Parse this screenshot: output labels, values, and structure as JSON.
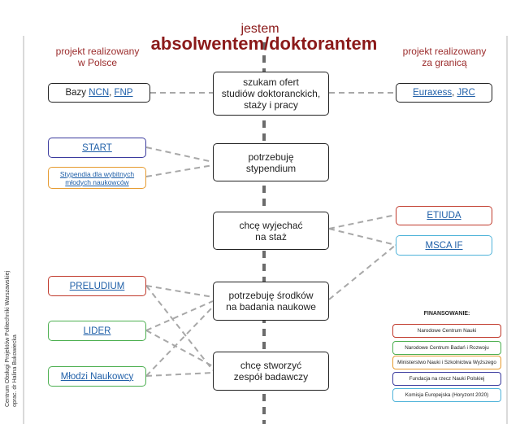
{
  "header": {
    "line1": "jestem",
    "line2": "absolwentem/doktorantem"
  },
  "columns": {
    "left": "projekt realizowany\nw Polsce",
    "right": "projekt realizowany\nza granicą"
  },
  "center_boxes": [
    {
      "id": "c1",
      "text": "szukam ofert\nstudiów doktoranckich,\nstaży i pracy"
    },
    {
      "id": "c2",
      "text": "potrzebuję\nstypendium"
    },
    {
      "id": "c3",
      "text": "chcę wyjechać\nna staż"
    },
    {
      "id": "c4",
      "text": "potrzebuję środków\nna badania naukowe"
    },
    {
      "id": "c5",
      "text": "chcę stworzyć\nzespół badawczy"
    }
  ],
  "left_boxes": {
    "bazy": {
      "prefix": "Bazy ",
      "link1": "NCN",
      "sep": ", ",
      "link2": "FNP"
    },
    "start": "START",
    "stypendia": "Stypendia dla wybitnych\nmłodych naukowców",
    "preludium": "PRELUDIUM",
    "lider": "LIDER",
    "mlodzi": "Młodzi Naukowcy"
  },
  "right_boxes": {
    "euraxess": {
      "link1": "Euraxess",
      "sep": ", ",
      "link2": "JRC"
    },
    "etiuda": "ETIUDA",
    "msca": "MSCA IF"
  },
  "legend": {
    "title": "FINANSOWANIE:",
    "items": [
      {
        "label": "Narodowe Centrum Nauki",
        "color": "#c0392b"
      },
      {
        "label": "Narodowe Centrum Badań i Rozwoju",
        "color": "#4caf50"
      },
      {
        "label": "Ministerstwo Nauki i Szkolnictwa Wyższego",
        "color": "#e69a2e"
      },
      {
        "label": "Fundacja na rzecz Nauki Polskiej",
        "color": "#3b3b9e"
      },
      {
        "label": "Komisja Europejska (Horyzont 2020)",
        "color": "#4fb3d9"
      }
    ]
  },
  "credit": {
    "line1": "Centrum Obsługi Projektów Politechniki Warszawskiej",
    "line2": "oprac. dr Halina Bukowiecka"
  },
  "colors": {
    "title_red": "#8b1a1a",
    "link_blue": "#1f5fa8",
    "connector_gray": "#a8a8a8",
    "spine": "#6b6b6b"
  }
}
